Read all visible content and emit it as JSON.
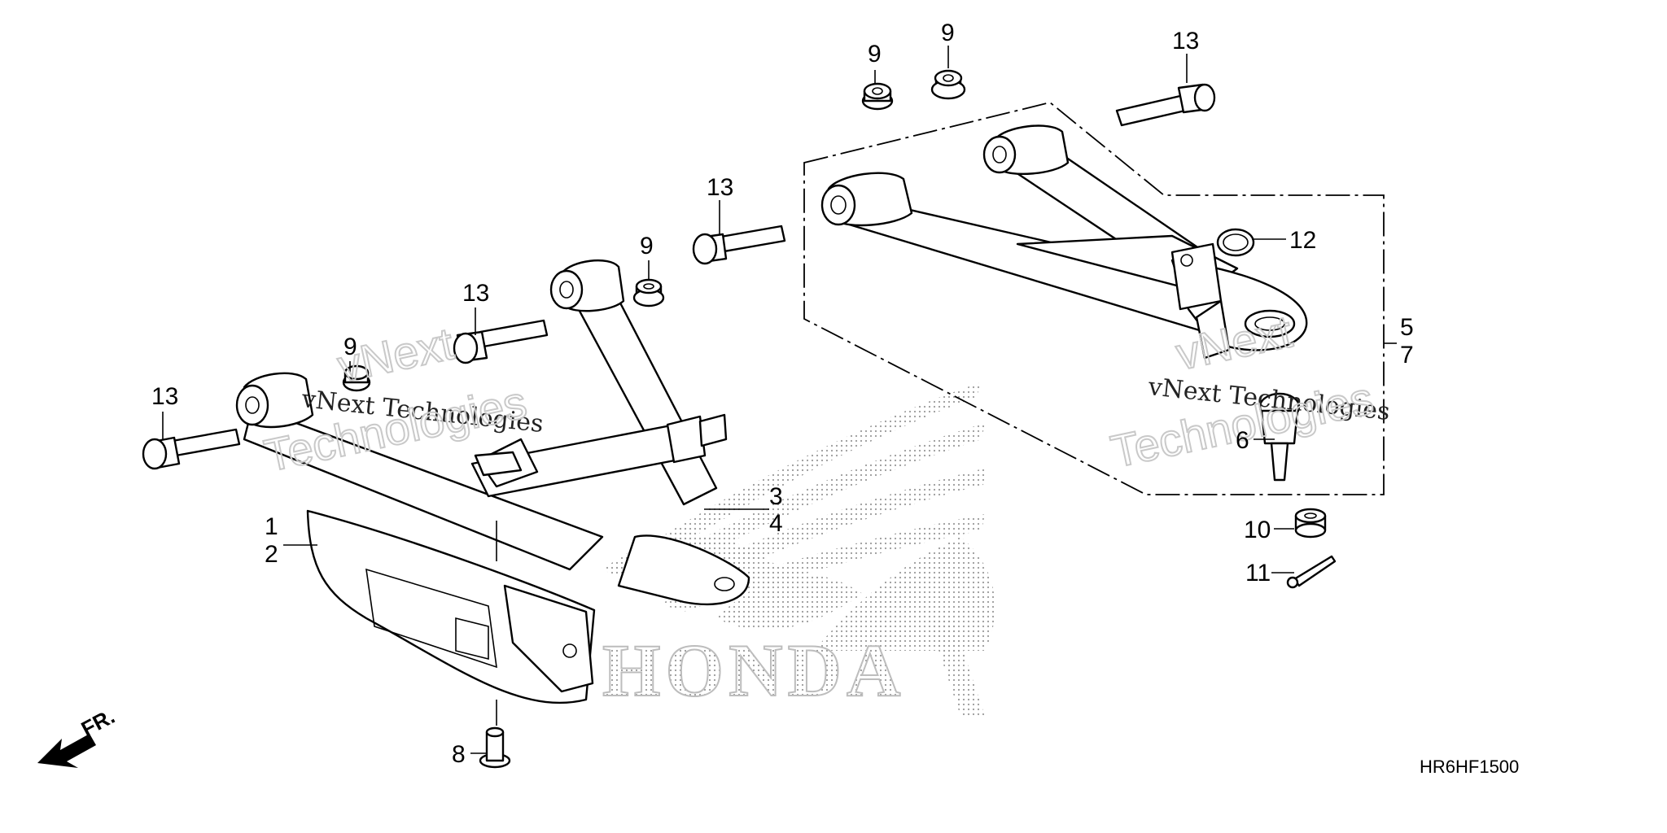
{
  "diagram": {
    "code": "HR6HF1500",
    "front_marker": "FR.",
    "brand": "HONDA",
    "watermarks": [
      {
        "line1": "vNext Technologies",
        "line2": "vNext",
        "line3": "Technologies"
      },
      {
        "line1": "vNext Technologies",
        "line2": "vNext",
        "line3": "Technologies"
      }
    ],
    "callouts": [
      {
        "id": "c1",
        "label": "1"
      },
      {
        "id": "c2",
        "label": "2"
      },
      {
        "id": "c3",
        "label": "3"
      },
      {
        "id": "c4",
        "label": "4"
      },
      {
        "id": "c5",
        "label": "5"
      },
      {
        "id": "c6",
        "label": "6"
      },
      {
        "id": "c7",
        "label": "7"
      },
      {
        "id": "c8",
        "label": "8"
      },
      {
        "id": "c9a",
        "label": "9"
      },
      {
        "id": "c9b",
        "label": "9"
      },
      {
        "id": "c9c",
        "label": "9"
      },
      {
        "id": "c9d",
        "label": "9"
      },
      {
        "id": "c10",
        "label": "10"
      },
      {
        "id": "c11",
        "label": "11"
      },
      {
        "id": "c12",
        "label": "12"
      },
      {
        "id": "c13a",
        "label": "13"
      },
      {
        "id": "c13b",
        "label": "13"
      },
      {
        "id": "c13c",
        "label": "13"
      },
      {
        "id": "c13d",
        "label": "13"
      }
    ]
  }
}
